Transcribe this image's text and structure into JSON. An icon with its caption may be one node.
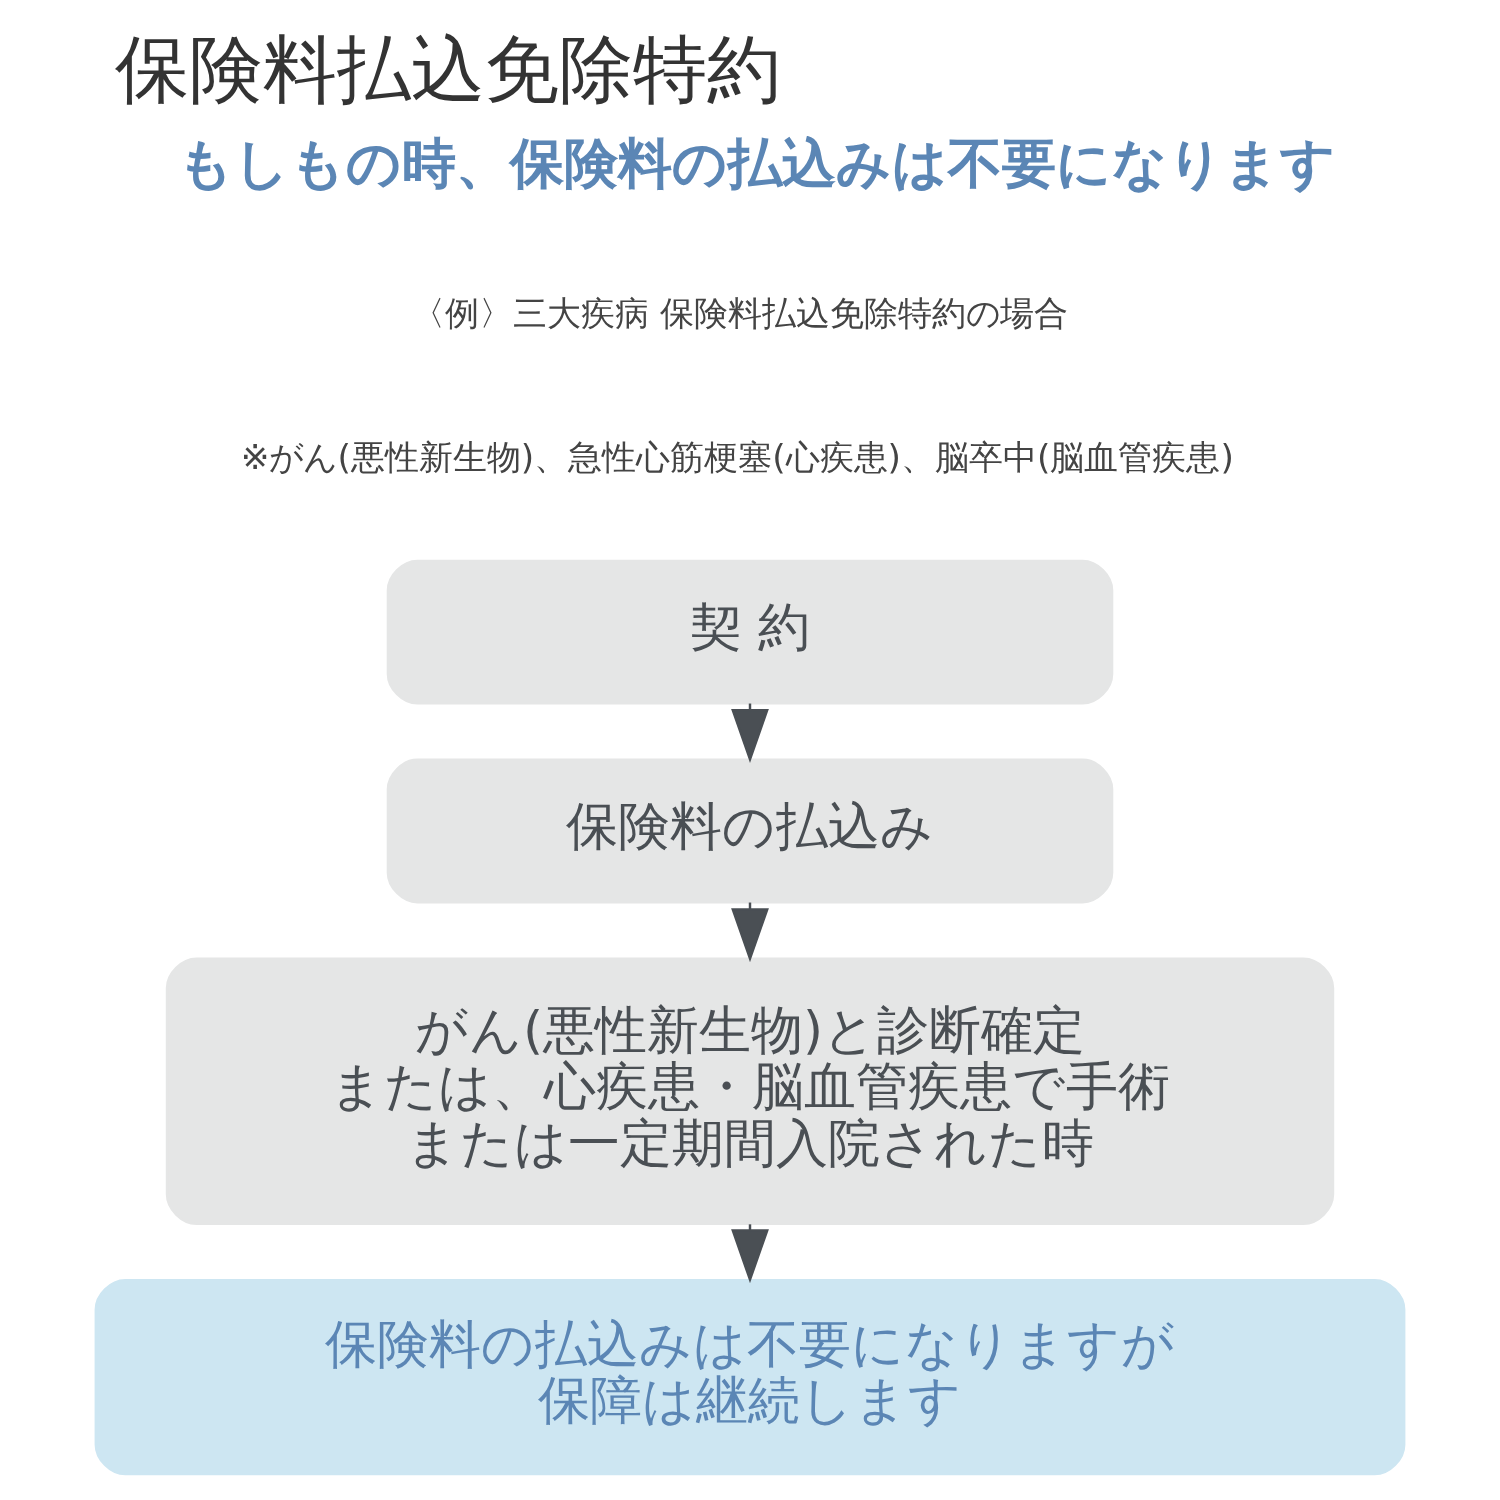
{
  "diagram": {
    "title": "保険料払込免除特約",
    "nodes": [
      {
        "text": [
          "契 約"
        ]
      },
      {
        "text": [
          "保険料の払込み"
        ]
      },
      {
        "text": [
          "がん(悪性新生物)と診断確定または、心疾患・脳血管疾患で手術または一定期間入院された時"
        ]
      },
      {
        "text": [
          "保険料の払込みは不要になりますが保障は継続します"
        ]
      }
    ],
    "edges": [
      {
        "from": 0,
        "to": 1,
        "arrow": "to"
      },
      {
        "from": 1,
        "to": 2,
        "arrow": "to"
      },
      {
        "from": 2,
        "to": 3,
        "arrow": "to"
      }
    ],
    "labels": [
      "もしもの時、保険料の払込みは不要になります",
      "〈例〉三大疾病 保険料払込免除特約の場合",
      "※がん(悪性新生物)、急性心筋梗塞(心疾患)、脳卒中(脳血管疾患)"
    ]
  }
}
